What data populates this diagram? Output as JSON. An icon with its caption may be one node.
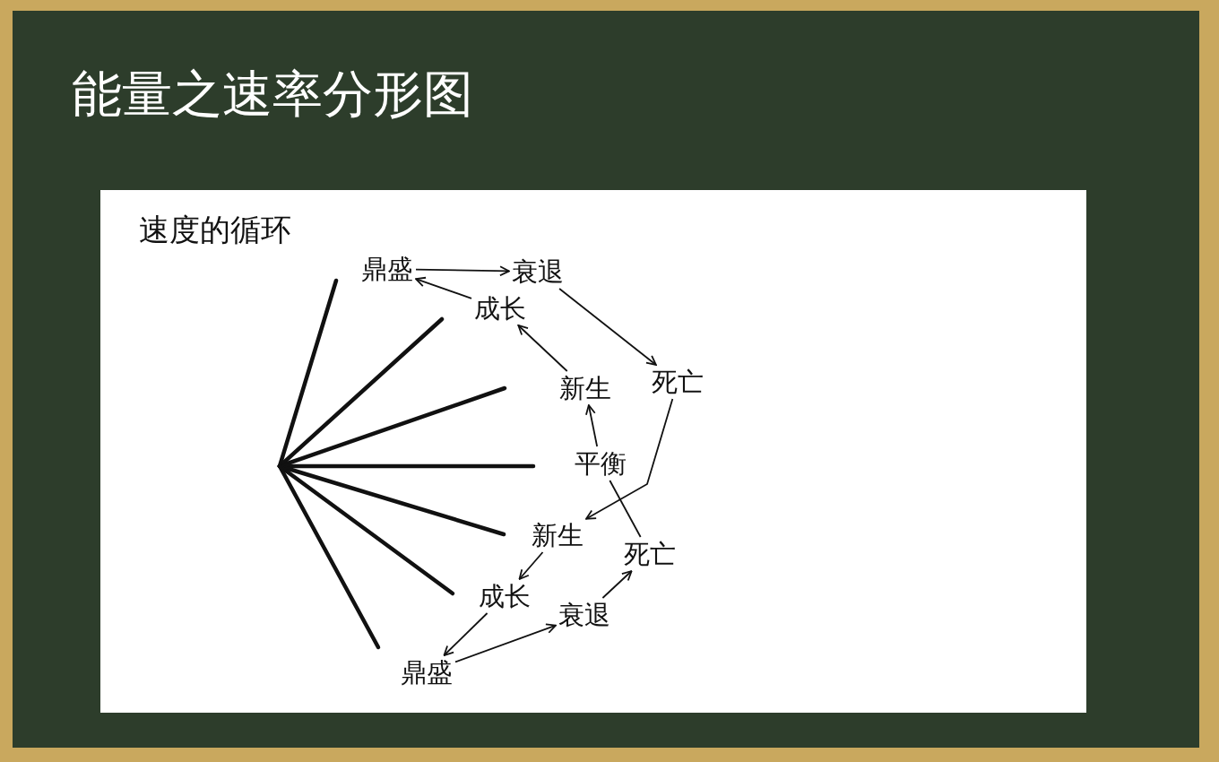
{
  "diagram": {
    "title": "能量之速率分形图",
    "nodes": [
      {
        "text": [
          "鼎盛"
        ]
      },
      {
        "text": [
          "衰退"
        ]
      },
      {
        "text": [
          "成长"
        ]
      },
      {
        "text": [
          "新生"
        ]
      },
      {
        "text": [
          "死亡"
        ]
      },
      {
        "text": [
          "平衡"
        ]
      },
      {
        "text": [
          "新生"
        ]
      },
      {
        "text": [
          "死亡"
        ]
      },
      {
        "text": [
          "成长"
        ]
      },
      {
        "text": [
          "衰退"
        ]
      },
      {
        "text": [
          "鼎盛"
        ]
      }
    ],
    "edges": [
      {
        "from": 0,
        "to": 1,
        "arrow": "to"
      },
      {
        "from": 2,
        "to": 0,
        "arrow": "to"
      },
      {
        "from": 3,
        "to": 2,
        "arrow": "to"
      },
      {
        "from": 1,
        "to": 4,
        "arrow": "to"
      },
      {
        "from": 5,
        "to": 3,
        "arrow": "to"
      },
      {
        "from": 4,
        "to": 6,
        "arrow": "to"
      },
      {
        "from": 5,
        "to": 7,
        "arrow": "none"
      },
      {
        "from": 6,
        "to": 8,
        "arrow": "to"
      },
      {
        "from": 8,
        "to": 10,
        "arrow": "to"
      },
      {
        "from": 10,
        "to": 9,
        "arrow": "to"
      },
      {
        "from": 9,
        "to": 7,
        "arrow": "to"
      }
    ],
    "labels": [
      "速度的循环"
    ]
  }
}
